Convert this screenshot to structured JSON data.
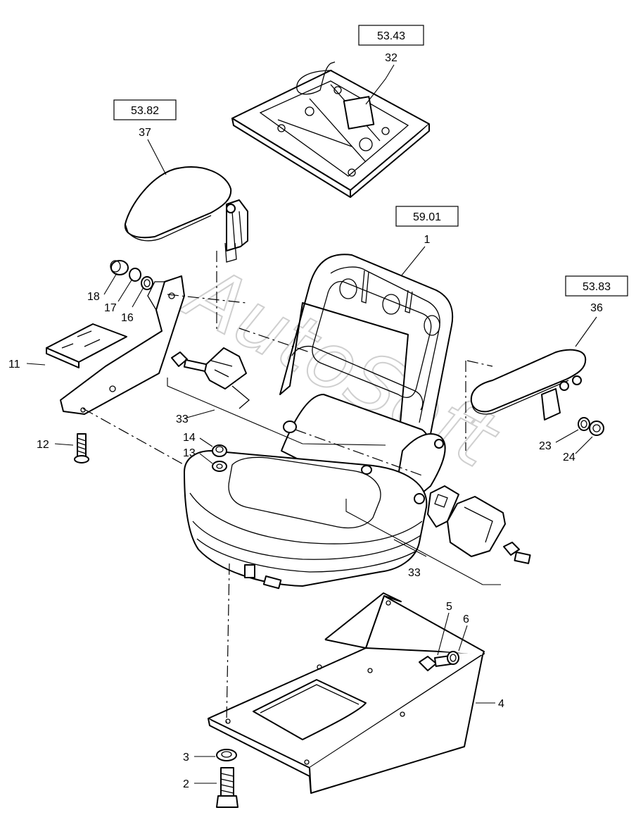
{
  "watermark": "AutoSoft",
  "reference_boxes": [
    {
      "id": "ref-53-43",
      "ref": "53.43",
      "part": "32"
    },
    {
      "id": "ref-53-82",
      "ref": "53.82",
      "part": "37"
    },
    {
      "id": "ref-59-01",
      "ref": "59.01",
      "part": "1"
    },
    {
      "id": "ref-53-83",
      "ref": "53.83",
      "part": "36"
    }
  ],
  "callouts": [
    "33",
    "33",
    "18",
    "17",
    "16",
    "11",
    "12",
    "14",
    "13",
    "23",
    "24",
    "5",
    "6",
    "4",
    "3",
    "2"
  ]
}
